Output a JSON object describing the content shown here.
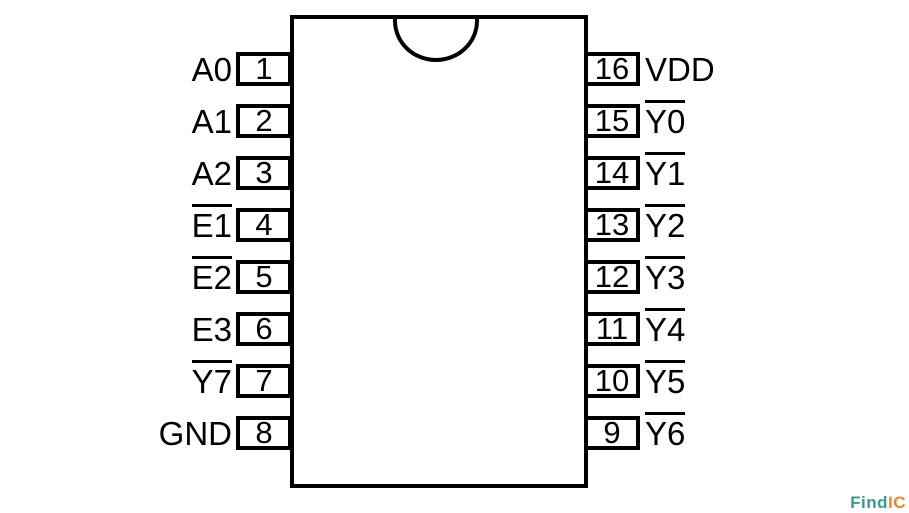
{
  "chip": {
    "package": "DIP-16 pinout diagram",
    "left_pins": [
      {
        "number": "1",
        "label": "A0",
        "overline": false
      },
      {
        "number": "2",
        "label": "A1",
        "overline": false
      },
      {
        "number": "3",
        "label": "A2",
        "overline": false
      },
      {
        "number": "4",
        "label": "E1",
        "overline": true
      },
      {
        "number": "5",
        "label": "E2",
        "overline": true
      },
      {
        "number": "6",
        "label": "E3",
        "overline": false
      },
      {
        "number": "7",
        "label": "Y7",
        "overline": true
      },
      {
        "number": "8",
        "label": "GND",
        "overline": false
      }
    ],
    "right_pins": [
      {
        "number": "16",
        "label": "VDD",
        "overline": false
      },
      {
        "number": "15",
        "label": "Y0",
        "overline": true
      },
      {
        "number": "14",
        "label": "Y1",
        "overline": true
      },
      {
        "number": "13",
        "label": "Y2",
        "overline": true
      },
      {
        "number": "12",
        "label": "Y3",
        "overline": true
      },
      {
        "number": "11",
        "label": "Y4",
        "overline": true
      },
      {
        "number": "10",
        "label": "Y5",
        "overline": true
      },
      {
        "number": "9",
        "label": "Y6",
        "overline": true
      }
    ]
  },
  "watermark": {
    "text_primary": "Find",
    "text_secondary": "IC",
    "color_primary": "#2f9f8f",
    "color_secondary": "#f5821f"
  },
  "colors": {
    "line": "#000000",
    "background": "#ffffff"
  }
}
